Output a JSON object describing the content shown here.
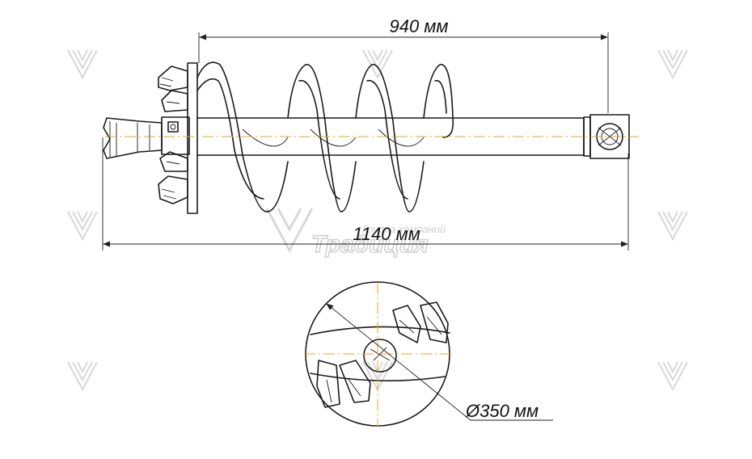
{
  "dimensions": {
    "working_length": "940 мм",
    "total_length": "1140 мм",
    "diameter": "Ø350 мм"
  },
  "watermark": {
    "line1": "Группа компаний",
    "line2": "Традиция"
  },
  "colors": {
    "lines": "#1a1a1a",
    "center_axis": "#f0a020",
    "watermark": "#d8d8d8"
  },
  "icons": [
    "watermark-logo-icon"
  ]
}
